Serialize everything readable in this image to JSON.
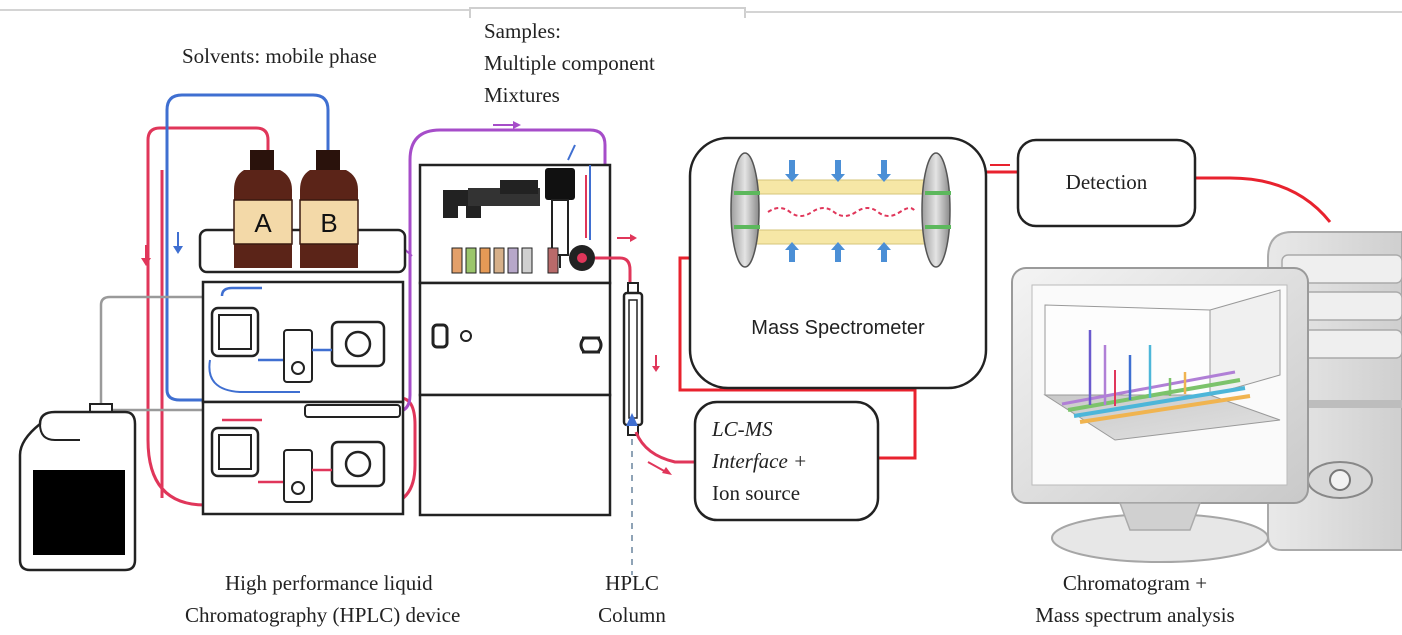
{
  "labels": {
    "solvents": "Solvents: mobile phase",
    "samples_line1": "Samples:",
    "samples_line2": "Multiple component",
    "samples_line3": "Mixtures",
    "bottle_a": "A",
    "bottle_b": "B",
    "mass_spec": "Mass Spectrometer",
    "detection": "Detection",
    "interface_line1": "LC-MS",
    "interface_line2": "Interface +",
    "interface_line3": "Ion source",
    "hplc_device_line1": "High performance liquid",
    "hplc_device_line2": "Chromatography (HPLC) device",
    "column_line1": "HPLC",
    "column_line2": "Column",
    "analysis_line1": "Chromatogram +",
    "analysis_line2": "Mass spectrum analysis"
  },
  "colors": {
    "tube_red": "#e0365a",
    "tube_blue": "#3f6fd1",
    "tube_purple": "#a64dc9",
    "tube_gray": "#9a9a9a",
    "signal_red": "#e8222e",
    "bottle_brown": "#5b2418",
    "rod_yellow": "#f6e7a6",
    "arrow_blue": "#4b8fd6"
  }
}
